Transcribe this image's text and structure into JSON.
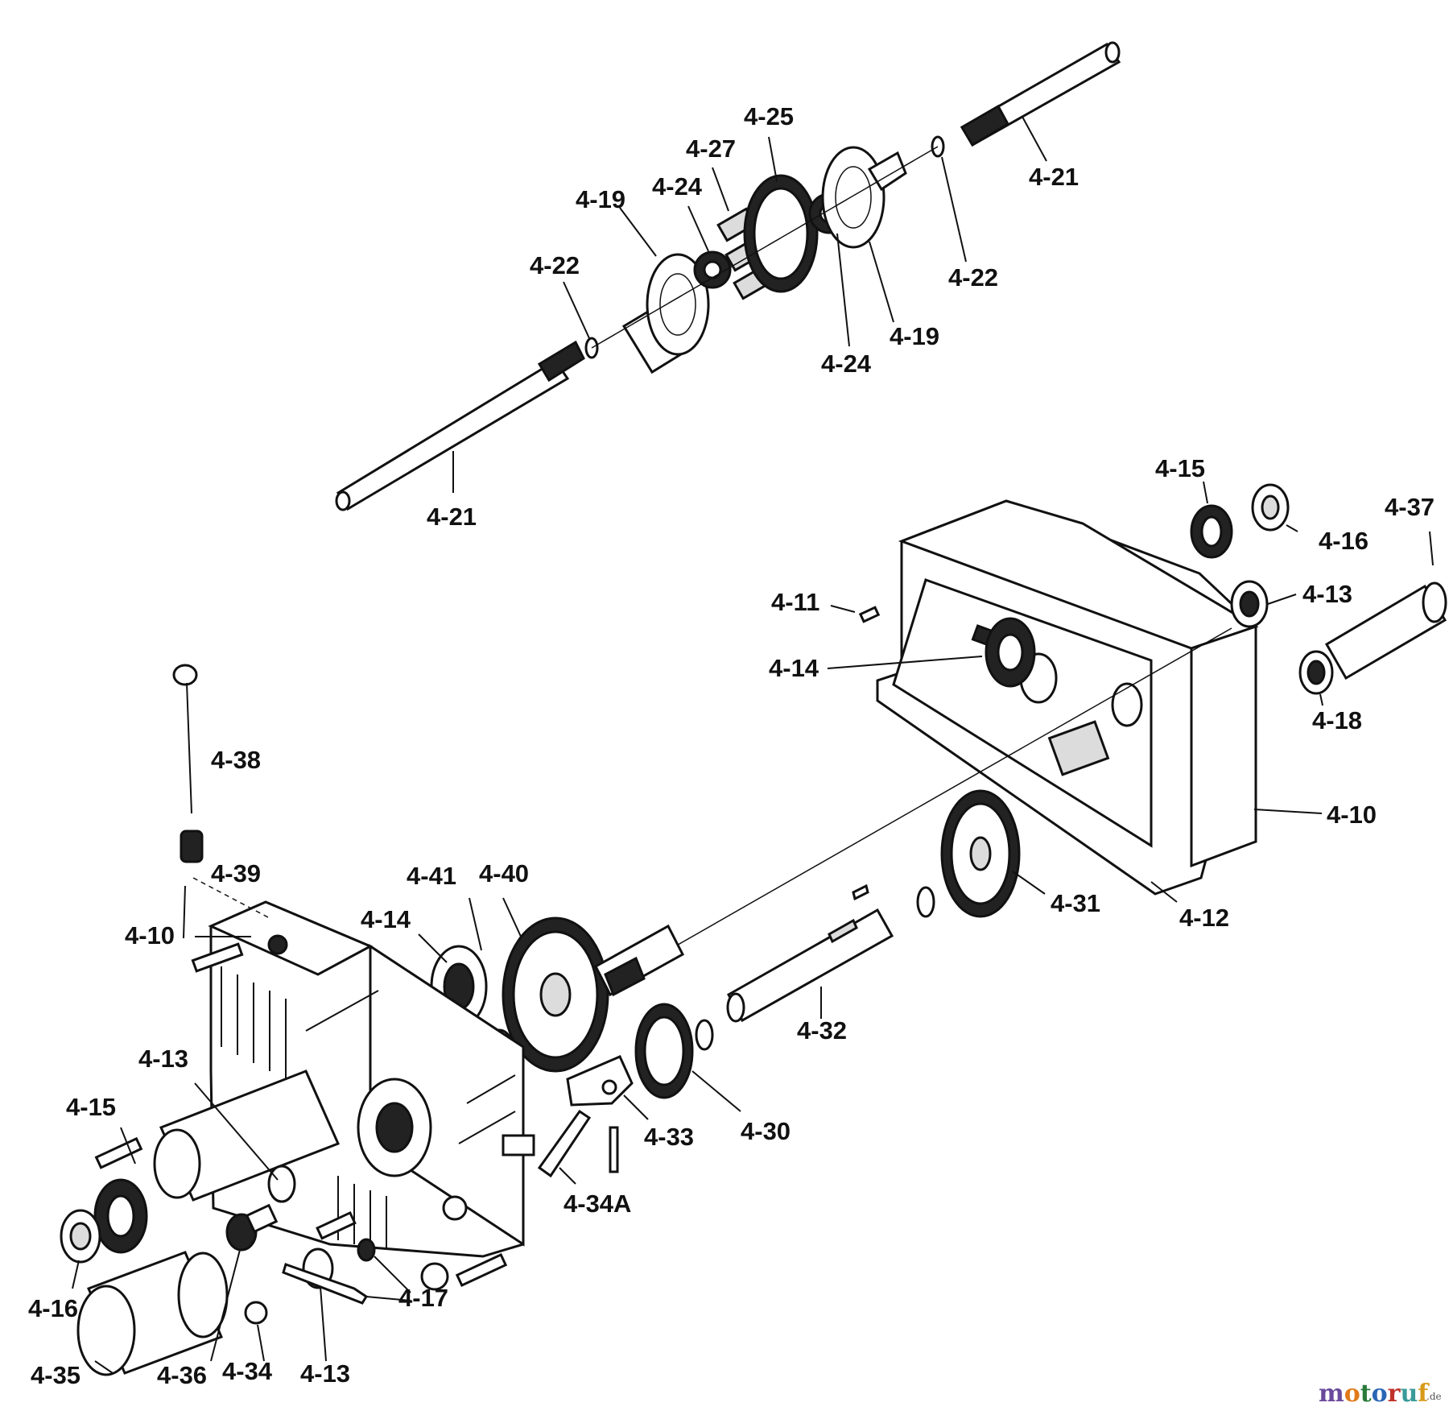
{
  "diagram": {
    "labels": {
      "p_4_25": "4-25",
      "p_4_27": "4-27",
      "p_4_19_a": "4-19",
      "p_4_24_a": "4-24",
      "p_4_22_a": "4-22",
      "p_4_21_a": "4-21",
      "p_4_22_b": "4-22",
      "p_4_19_b": "4-19",
      "p_4_24_b": "4-24",
      "p_4_21_b": "4-21",
      "p_4_15_a": "4-15",
      "p_4_16_a": "4-16",
      "p_4_37": "4-37",
      "p_4_11": "4-11",
      "p_4_13_a": "4-13",
      "p_4_14_a": "4-14",
      "p_4_18": "4-18",
      "p_4_38": "4-38",
      "p_4_39": "4-39",
      "p_4_10_a": "4-10",
      "p_4_10_b": "4-10",
      "p_4_41": "4-41",
      "p_4_40": "4-40",
      "p_4_14_b": "4-14",
      "p_4_31": "4-31",
      "p_4_12": "4-12",
      "p_4_32": "4-32",
      "p_4_13_b": "4-13",
      "p_4_15_b": "4-15",
      "p_4_33": "4-33",
      "p_4_30": "4-30",
      "p_4_34a": "4-34A",
      "p_4_17": "4-17",
      "p_4_16_b": "4-16",
      "p_4_35": "4-35",
      "p_4_36": "4-36",
      "p_4_34": "4-34",
      "p_4_13_c": "4-13"
    }
  },
  "watermark": {
    "brand": "motoruf",
    "suffix": ".de",
    "colors": {
      "m": "#6a4a9c",
      "o1": "#e07a1a",
      "t": "#2a7a3a",
      "o2": "#2a66b5",
      "r": "#c0312b",
      "u": "#3a9a9a",
      "f": "#d89a1a",
      "suffix": "#555555"
    }
  }
}
